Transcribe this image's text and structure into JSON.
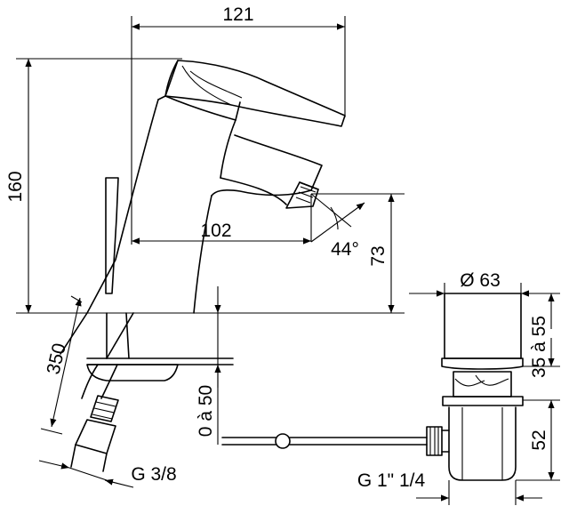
{
  "dimensions": {
    "top_width": "121",
    "total_height": "160",
    "reach": "102",
    "angle": "44°",
    "spout_height": "73",
    "hose_length": "350",
    "deck_thickness": "0 à 50",
    "hose_thread": "G 3/8",
    "waste_diameter": "Ø 63",
    "waste_upper_range": "35 à 55",
    "waste_lower": "52",
    "waste_thread": "G 1\" 1/4"
  }
}
